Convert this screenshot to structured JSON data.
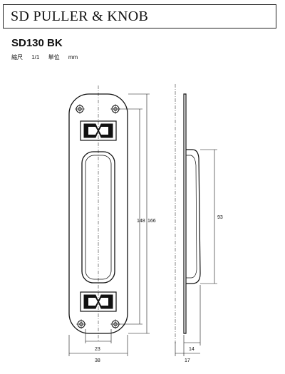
{
  "header": {
    "title": "SD PULLER & KNOB"
  },
  "product": {
    "model": "SD130 BK"
  },
  "scale_note": {
    "scale_label": "縮尺",
    "scale_value": "1/1",
    "unit_label": "単位",
    "unit_value": "mm"
  },
  "dimensions": {
    "hole_pitch": "148",
    "total_height": "166",
    "recess_height": "93",
    "recess_width": "23",
    "plate_width": "38",
    "projection": "14",
    "total_depth": "17"
  }
}
